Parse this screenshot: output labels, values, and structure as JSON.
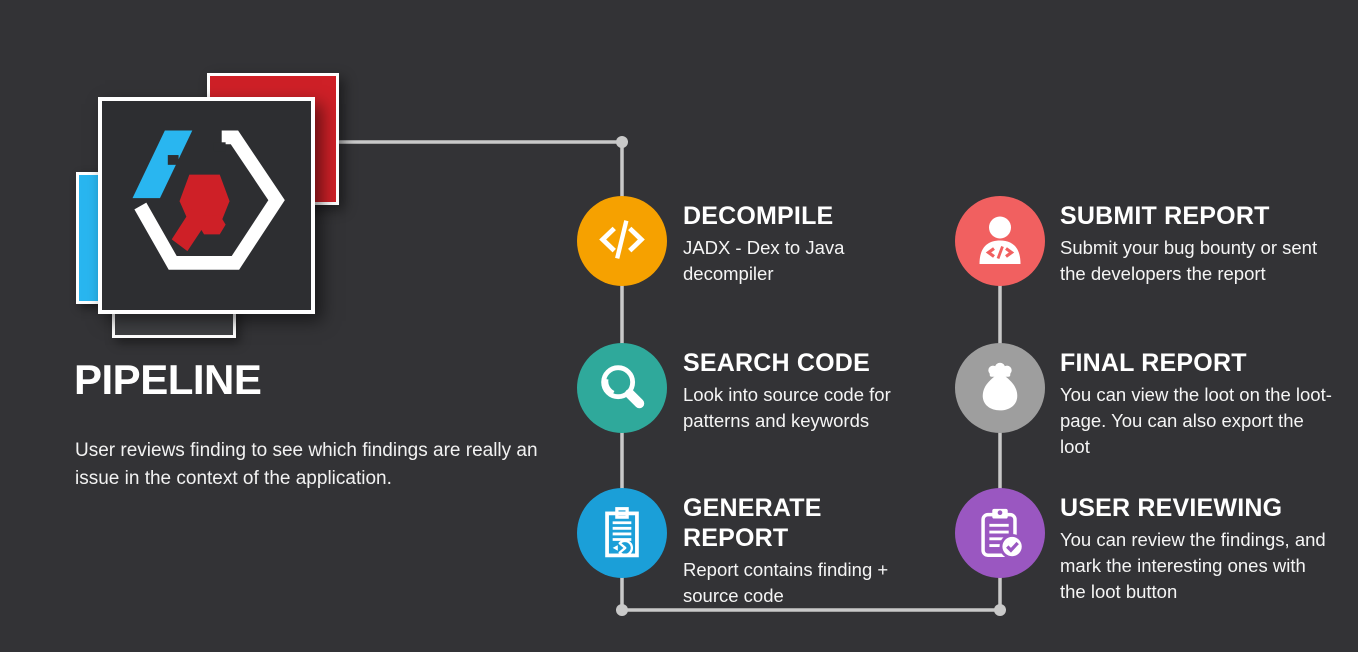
{
  "background": "#333336",
  "connectors": {
    "color": "#C9C9C9"
  },
  "logo": {
    "red": "#CE2027",
    "blue": "#29B6F0",
    "frame": "#FFFFFF",
    "square_bg": "#2D2E31",
    "tab_bg": "#3F4043"
  },
  "title": "PIPELINE",
  "subtitle": "User reviews finding to see which findings are really an issue in the context of the application.",
  "steps": [
    {
      "id": "decompile",
      "title": "DECOMPILE",
      "description": "JADX - Dex to Java decompiler",
      "color": "#F6A100",
      "icon": "code-icon"
    },
    {
      "id": "search-code",
      "title": "SEARCH CODE",
      "description": "Look into source code for patterns and keywords",
      "color": "#2FA99B",
      "icon": "magnifier-icon"
    },
    {
      "id": "generate-report",
      "title": "GENERATE REPORT",
      "description": "Report contains finding + source code",
      "color": "#1B9FD8",
      "icon": "report-pie-icon"
    },
    {
      "id": "submit-report",
      "title": "SUBMIT REPORT",
      "description": "Submit your bug bounty or sent the developers the report",
      "color": "#F16060",
      "icon": "developer-icon"
    },
    {
      "id": "final-report",
      "title": "FINAL REPORT",
      "description": "You can view the loot on the loot-page. You can also export the loot",
      "color": "#9E9E9E",
      "icon": "loot-bag-icon"
    },
    {
      "id": "user-reviewing",
      "title": "USER REVIEWING",
      "description": "You can review the findings, and mark the interesting ones with the loot button",
      "color": "#9A57C1",
      "icon": "clipboard-check-icon"
    }
  ]
}
